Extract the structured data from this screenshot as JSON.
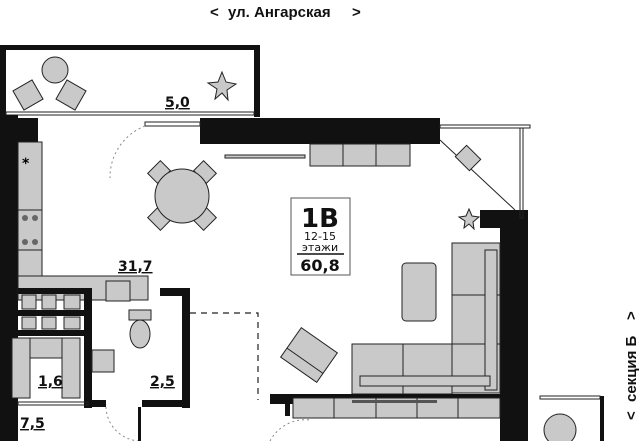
{
  "plan": {
    "street_label": "ул. Ангарская",
    "section_label": "секция Б",
    "arrow_left": "<",
    "arrow_right": ">",
    "apartment": {
      "type": "1В",
      "floors": "12-15",
      "floors_word": "этажи",
      "total_area": "60,8"
    },
    "rooms": {
      "balcony": "5,0",
      "living_kitchen": "31,7",
      "storage": "1,6",
      "bathroom": "2,5",
      "hall": "7,5"
    },
    "colors": {
      "wall": "#111111",
      "furniture": "#c9c9c9"
    }
  }
}
